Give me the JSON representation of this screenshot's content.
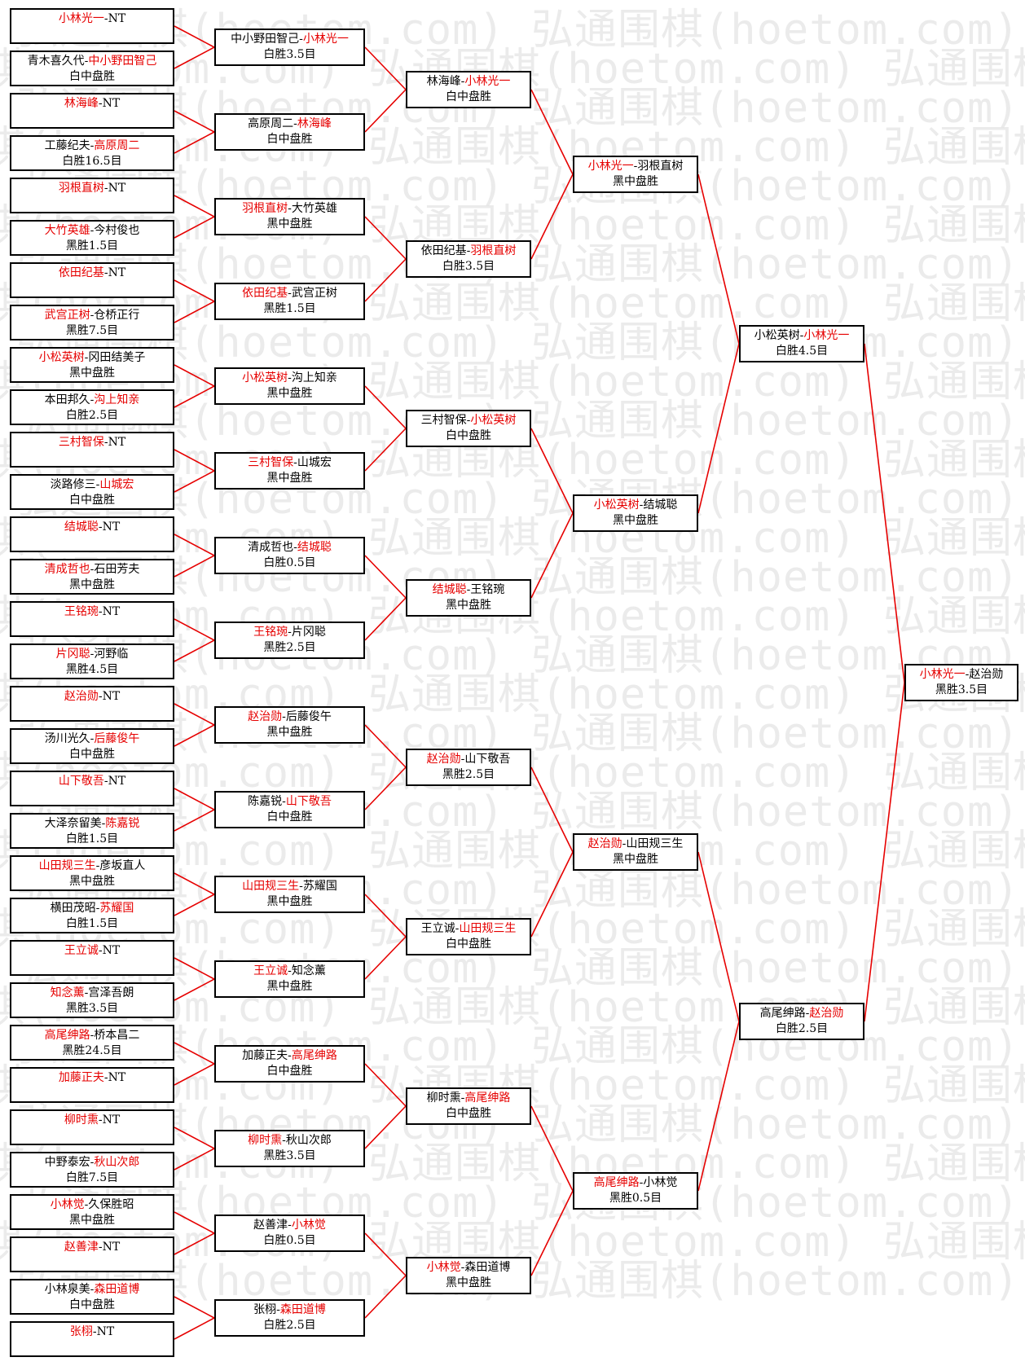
{
  "watermark_text": "弘通围棋(hoetom.com)",
  "rounds": [
    [
      {
        "a": "小林光一",
        "b": "NT",
        "w": "a",
        "r": ""
      },
      {
        "a": "青木喜久代",
        "b": "中小野田智己",
        "w": "b",
        "r": "白中盘胜"
      },
      {
        "a": "林海峰",
        "b": "NT",
        "w": "a",
        "r": ""
      },
      {
        "a": "工藤纪夫",
        "b": "高原周二",
        "w": "b",
        "r": "白胜16.5目"
      },
      {
        "a": "羽根直树",
        "b": "NT",
        "w": "a",
        "r": ""
      },
      {
        "a": "大竹英雄",
        "b": "今村俊也",
        "w": "a",
        "r": "黑胜1.5目"
      },
      {
        "a": "依田纪基",
        "b": "NT",
        "w": "a",
        "r": ""
      },
      {
        "a": "武宫正树",
        "b": "仓桥正行",
        "w": "a",
        "r": "黑胜7.5目"
      },
      {
        "a": "小松英树",
        "b": "冈田结美子",
        "w": "a",
        "r": "黑中盘胜"
      },
      {
        "a": "本田邦久",
        "b": "沟上知亲",
        "w": "b",
        "r": "白胜2.5目"
      },
      {
        "a": "三村智保",
        "b": "NT",
        "w": "a",
        "r": ""
      },
      {
        "a": "淡路修三",
        "b": "山城宏",
        "w": "b",
        "r": "白中盘胜"
      },
      {
        "a": "结城聪",
        "b": "NT",
        "w": "a",
        "r": ""
      },
      {
        "a": "清成哲也",
        "b": "石田芳夫",
        "w": "a",
        "r": "黑中盘胜"
      },
      {
        "a": "王铭琬",
        "b": "NT",
        "w": "a",
        "r": ""
      },
      {
        "a": "片冈聪",
        "b": "河野临",
        "w": "a",
        "r": "黑胜4.5目"
      },
      {
        "a": "赵治勋",
        "b": "NT",
        "w": "a",
        "r": ""
      },
      {
        "a": "汤川光久",
        "b": "后藤俊午",
        "w": "b",
        "r": "白中盘胜"
      },
      {
        "a": "山下敬吾",
        "b": "NT",
        "w": "a",
        "r": ""
      },
      {
        "a": "大泽奈留美",
        "b": "陈嘉锐",
        "w": "b",
        "r": "白胜1.5目"
      },
      {
        "a": "山田规三生",
        "b": "彦坂直人",
        "w": "a",
        "r": "黑中盘胜"
      },
      {
        "a": "横田茂昭",
        "b": "苏耀国",
        "w": "b",
        "r": "白胜1.5目"
      },
      {
        "a": "王立诚",
        "b": "NT",
        "w": "a",
        "r": ""
      },
      {
        "a": "知念薰",
        "b": "宫泽吾朗",
        "w": "a",
        "r": "黑胜3.5目"
      },
      {
        "a": "高尾绅路",
        "b": "桥本昌二",
        "w": "a",
        "r": "黑胜24.5目"
      },
      {
        "a": "加藤正夫",
        "b": "NT",
        "w": "a",
        "r": ""
      },
      {
        "a": "柳时熏",
        "b": "NT",
        "w": "a",
        "r": ""
      },
      {
        "a": "中野泰宏",
        "b": "秋山次郎",
        "w": "b",
        "r": "白胜7.5目"
      },
      {
        "a": "小林觉",
        "b": "久保胜昭",
        "w": "a",
        "r": "黑中盘胜"
      },
      {
        "a": "赵善津",
        "b": "NT",
        "w": "a",
        "r": ""
      },
      {
        "a": "小林泉美",
        "b": "森田道博",
        "w": "b",
        "r": "白中盘胜"
      },
      {
        "a": "张栩",
        "b": "NT",
        "w": "a",
        "r": ""
      }
    ],
    [
      {
        "a": "中小野田智己",
        "b": "小林光一",
        "w": "b",
        "r": "白胜3.5目"
      },
      {
        "a": "高原周二",
        "b": "林海峰",
        "w": "b",
        "r": "白中盘胜"
      },
      {
        "a": "羽根直树",
        "b": "大竹英雄",
        "w": "a",
        "r": "黑中盘胜"
      },
      {
        "a": "依田纪基",
        "b": "武宫正树",
        "w": "a",
        "r": "黑胜1.5目"
      },
      {
        "a": "小松英树",
        "b": "沟上知亲",
        "w": "a",
        "r": "黑中盘胜"
      },
      {
        "a": "三村智保",
        "b": "山城宏",
        "w": "a",
        "r": "黑中盘胜"
      },
      {
        "a": "清成哲也",
        "b": "结城聪",
        "w": "b",
        "r": "白胜0.5目"
      },
      {
        "a": "王铭琬",
        "b": "片冈聪",
        "w": "a",
        "r": "黑胜2.5目"
      },
      {
        "a": "赵治勋",
        "b": "后藤俊午",
        "w": "a",
        "r": "黑中盘胜"
      },
      {
        "a": "陈嘉锐",
        "b": "山下敬吾",
        "w": "b",
        "r": "白中盘胜"
      },
      {
        "a": "山田规三生",
        "b": "苏耀国",
        "w": "a",
        "r": "黑中盘胜"
      },
      {
        "a": "王立诚",
        "b": "知念薰",
        "w": "a",
        "r": "黑中盘胜"
      },
      {
        "a": "加藤正夫",
        "b": "高尾绅路",
        "w": "b",
        "r": "白中盘胜"
      },
      {
        "a": "柳时熏",
        "b": "秋山次郎",
        "w": "a",
        "r": "黑胜3.5目"
      },
      {
        "a": "赵善津",
        "b": "小林觉",
        "w": "b",
        "r": "白胜0.5目"
      },
      {
        "a": "张栩",
        "b": "森田道博",
        "w": "b",
        "r": "白胜2.5目"
      }
    ],
    [
      {
        "a": "林海峰",
        "b": "小林光一",
        "w": "b",
        "r": "白中盘胜"
      },
      {
        "a": "依田纪基",
        "b": "羽根直树",
        "w": "b",
        "r": "白胜3.5目"
      },
      {
        "a": "三村智保",
        "b": "小松英树",
        "w": "b",
        "r": "白中盘胜"
      },
      {
        "a": "结城聪",
        "b": "王铭琬",
        "w": "a",
        "r": "黑中盘胜"
      },
      {
        "a": "赵治勋",
        "b": "山下敬吾",
        "w": "a",
        "r": "黑胜2.5目"
      },
      {
        "a": "王立诚",
        "b": "山田规三生",
        "w": "b",
        "r": "白中盘胜"
      },
      {
        "a": "柳时熏",
        "b": "高尾绅路",
        "w": "b",
        "r": "白中盘胜"
      },
      {
        "a": "小林觉",
        "b": "森田道博",
        "w": "a",
        "r": "黑中盘胜"
      }
    ],
    [
      {
        "a": "小林光一",
        "b": "羽根直树",
        "w": "a",
        "r": "黑中盘胜"
      },
      {
        "a": "小松英树",
        "b": "结城聪",
        "w": "a",
        "r": "黑中盘胜"
      },
      {
        "a": "赵治勋",
        "b": "山田规三生",
        "w": "a",
        "r": "黑中盘胜"
      },
      {
        "a": "高尾绅路",
        "b": "小林觉",
        "w": "a",
        "r": "黑胜0.5目"
      }
    ],
    [
      {
        "a": "小松英树",
        "b": "小林光一",
        "w": "b",
        "r": "白胜4.5目"
      },
      {
        "a": "高尾绅路",
        "b": "赵治勋",
        "w": "b",
        "r": "白胜2.5目"
      }
    ],
    [
      {
        "a": "小林光一",
        "b": "赵治勋",
        "w": "a",
        "r": "黑胜3.5目"
      }
    ]
  ]
}
